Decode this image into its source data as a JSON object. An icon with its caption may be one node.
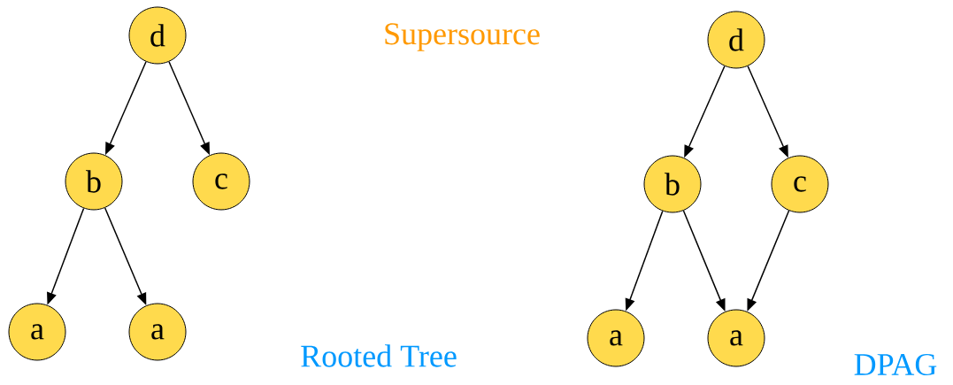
{
  "diagram": {
    "nodes": [
      {
        "text": [
          "d"
        ]
      },
      {
        "text": [
          "b"
        ]
      },
      {
        "text": [
          "c"
        ]
      },
      {
        "text": [
          "a"
        ]
      },
      {
        "text": [
          "a"
        ]
      },
      {
        "text": [
          "d"
        ]
      },
      {
        "text": [
          "b"
        ]
      },
      {
        "text": [
          "c"
        ]
      },
      {
        "text": [
          "a"
        ]
      },
      {
        "text": [
          "a"
        ]
      }
    ],
    "edges": [
      {
        "from": 0,
        "to": 1,
        "arrow": "to"
      },
      {
        "from": 0,
        "to": 2,
        "arrow": "to"
      },
      {
        "from": 1,
        "to": 3,
        "arrow": "to"
      },
      {
        "from": 1,
        "to": 4,
        "arrow": "to"
      },
      {
        "from": 5,
        "to": 6,
        "arrow": "to"
      },
      {
        "from": 5,
        "to": 7,
        "arrow": "to"
      },
      {
        "from": 6,
        "to": 8,
        "arrow": "to"
      },
      {
        "from": 6,
        "to": 9,
        "arrow": "to"
      },
      {
        "from": 7,
        "to": 9,
        "arrow": "to"
      }
    ],
    "labels": [
      "Supersource",
      "Rooted Tree",
      "DPAG"
    ]
  }
}
